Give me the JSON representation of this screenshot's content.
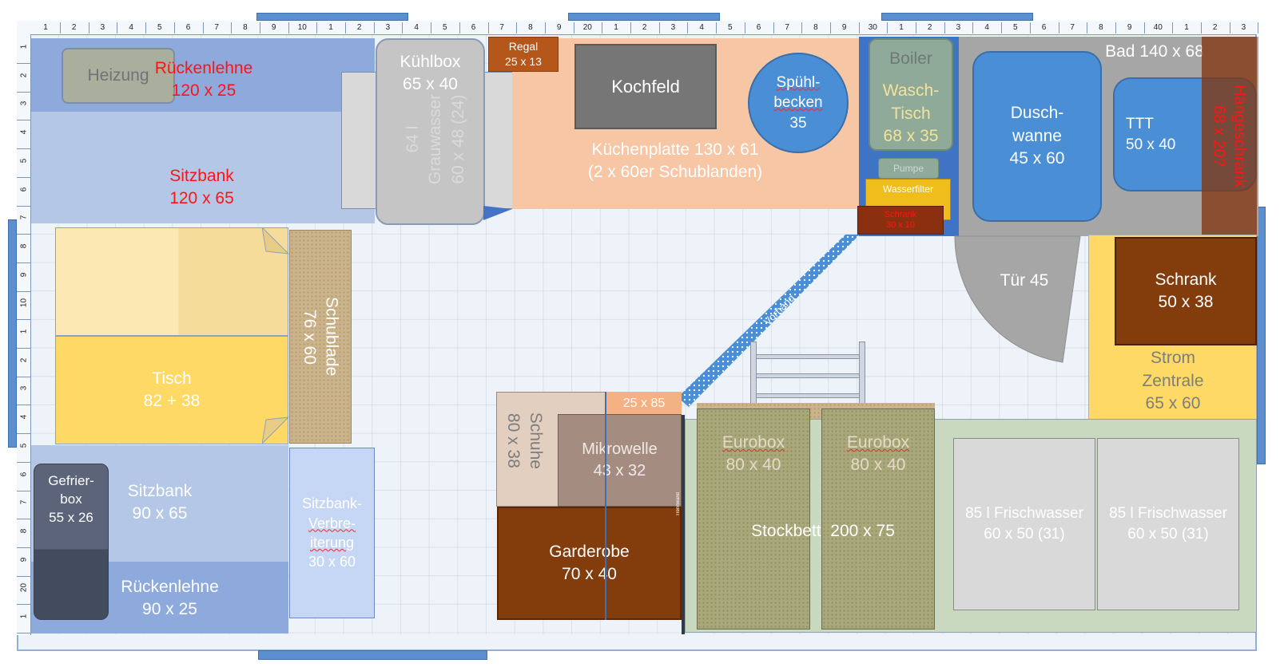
{
  "ruler": {
    "top": [
      "1",
      "2",
      "3",
      "4",
      "5",
      "6",
      "7",
      "8",
      "9",
      "10",
      "1",
      "2",
      "3",
      "4",
      "5",
      "6",
      "7",
      "8",
      "9",
      "20",
      "1",
      "2",
      "3",
      "4",
      "5",
      "6",
      "7",
      "8",
      "9",
      "30",
      "1",
      "2",
      "3",
      "4",
      "5",
      "6",
      "7",
      "8",
      "9",
      "40",
      "1",
      "2",
      "3"
    ],
    "left": [
      "1",
      "2",
      "3",
      "4",
      "5",
      "6",
      "7",
      "8",
      "9",
      "10",
      "1",
      "2",
      "3",
      "4",
      "5",
      "6",
      "7",
      "8",
      "9",
      "20",
      "1"
    ]
  },
  "rooms": {
    "heizung": "Heizung",
    "rueckenlehne_top": {
      "name": "Rückenlehne",
      "size": "120 x 25"
    },
    "sitzbank_top": {
      "name": "Sitzbank",
      "size": "120 x 65"
    },
    "kuehlbox": {
      "name": "Kühlbox",
      "size": "65 x 40"
    },
    "grauwasser": {
      "line1": "64 l",
      "line2": "Grauwasser",
      "line3": "60 x 48 (24)"
    },
    "regal": {
      "name": "Regal",
      "size": "25 x 13"
    },
    "kochfeld": "Kochfeld",
    "spuelbecken": {
      "line1": "Spühl-",
      "line2": "becken",
      "line3": "35"
    },
    "kuechenplatte": {
      "name": "Küchenplatte 130 x 61",
      "note": "(2 x 60er Schublanden)"
    },
    "boiler": "Boiler",
    "waschtisch": {
      "line1": "Wasch-",
      "line2": "Tisch",
      "line3": "68 x 35"
    },
    "pumpe": "Pumpe",
    "wasserfilter": "Wasserfilter",
    "schrank_small": {
      "name": "Schrank",
      "size": "30 x 10"
    },
    "bad": "Bad 140 x 68",
    "duschwanne": {
      "line1": "Dusch-",
      "line2": "wanne",
      "line3": "45 x 60"
    },
    "ttt": {
      "name": "TTT",
      "size": "50 x 40"
    },
    "haengeschrank": {
      "name": "Hängeschrank",
      "size": "68 x 20?"
    },
    "tuer": "Tür 45",
    "schrank": {
      "name": "Schrank",
      "size": "50 x 38"
    },
    "strom": {
      "line1": "Strom",
      "line2": "Zentrale",
      "line3": "65 x 60"
    },
    "tisch": {
      "name": "Tisch",
      "size": "82 + 38"
    },
    "schublade": {
      "name": "Schublade",
      "size": "76 x 60"
    },
    "vorhang": "Vorhang",
    "gefrierbox": {
      "line1": "Gefrier-",
      "line2": "box",
      "line3": "55 x 26"
    },
    "sitzbank_bottom": {
      "name": "Sitzbank",
      "size": "90 x 65"
    },
    "rueckenlehne_bottom": {
      "name": "Rückenlehne",
      "size": "90 x 25"
    },
    "sitzbank_ext": {
      "line1": "Sitzbank-",
      "line2": "Verbre-",
      "line3": "iterung",
      "line4": "30 x 60"
    },
    "schuhe": {
      "name": "Schuhe",
      "size": "80 x 38"
    },
    "box_25x85": "25 x 85",
    "mikrowelle": {
      "name": "Mikrowelle",
      "size": "43 x 32"
    },
    "garderobe": {
      "name": "Garderobe",
      "size": "70 x 40"
    },
    "trennwand": "Trennwand",
    "eurobox1": {
      "name": "Eurobox",
      "size": "80 x 40"
    },
    "eurobox2": {
      "name": "Eurobox",
      "size": "80  x 40"
    },
    "stockbett": "Stockbett  200 x 75",
    "frischwasser1": {
      "name": "85 l Frischwasser",
      "size": "60 x 50 (31)"
    },
    "frischwasser2": {
      "name": "85 l Frischwasser",
      "size": "60 x 50 (31)"
    }
  },
  "colors": {
    "bench_blue": "#aec3e6",
    "backrest_blue": "#8aa6dc",
    "kitchen_peach": "#f6c5a3",
    "bath_grey": "#a6a6a6",
    "brown": "#833c0b",
    "yellow": "#ffd966",
    "table_yellow": "#fbe7a7",
    "green": "#a9bf96",
    "light_grey": "#d9d9d9",
    "blue": "#5b9bd5"
  }
}
